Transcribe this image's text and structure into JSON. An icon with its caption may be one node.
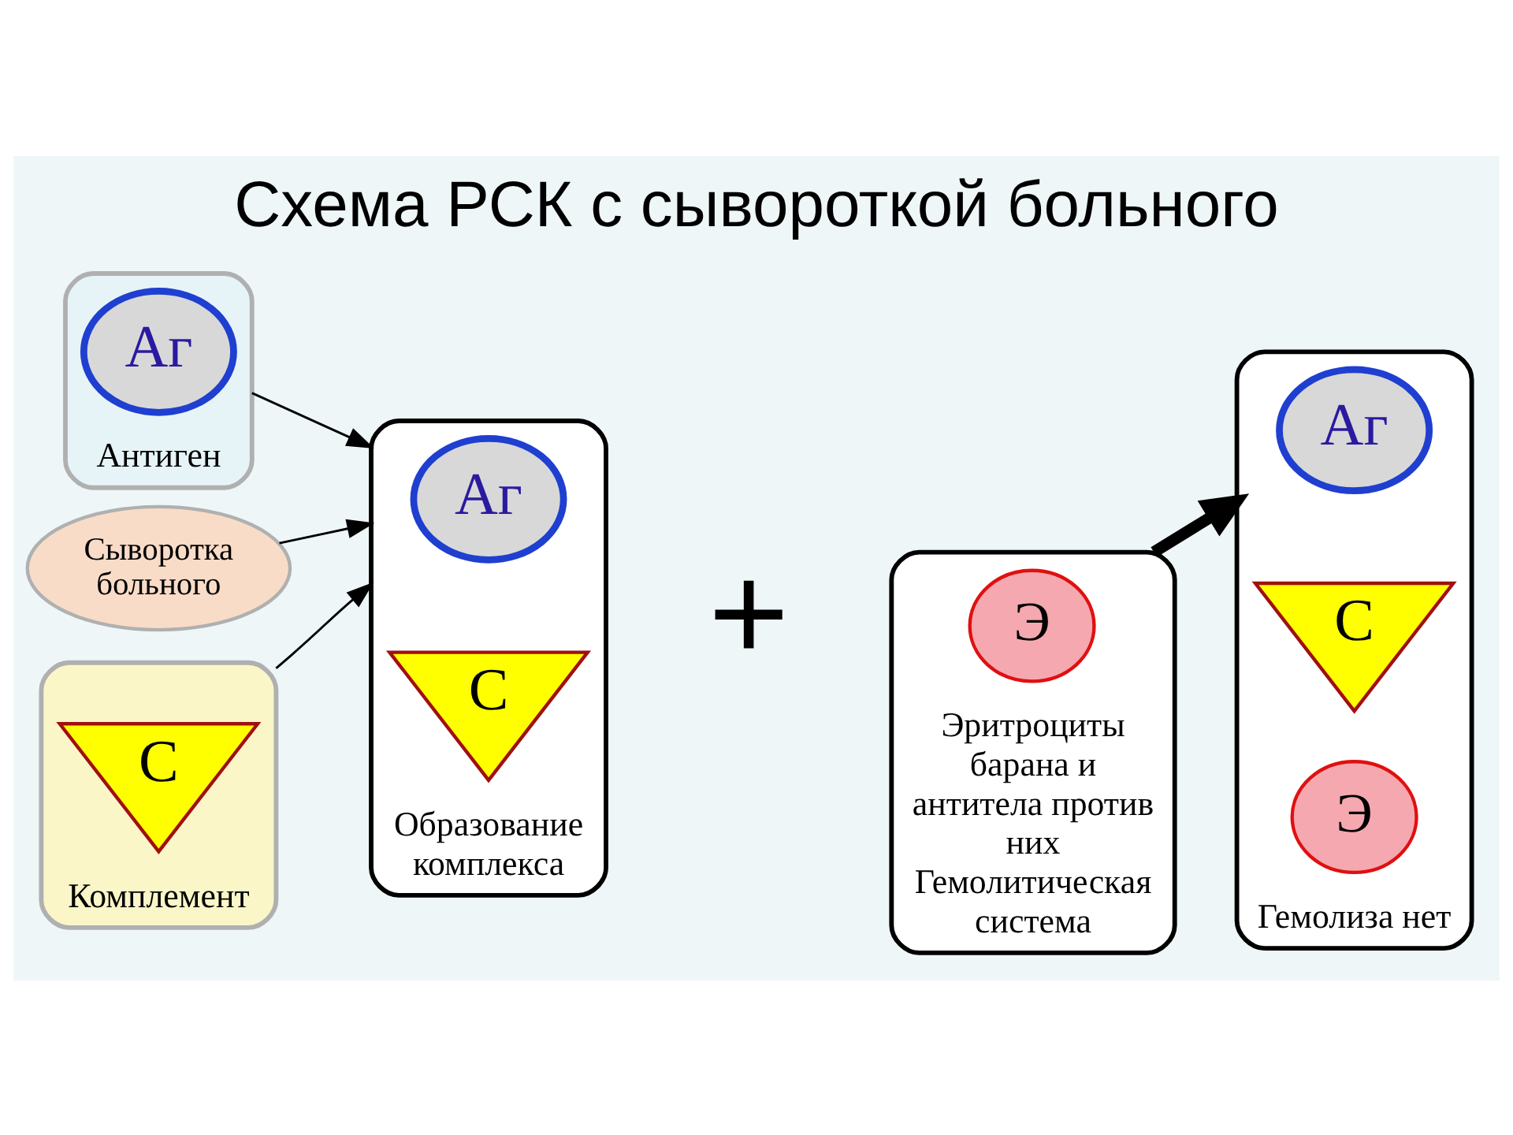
{
  "diagram": {
    "title": "Схема РСК с сывороткой больного",
    "nodes": [
      {
        "text": [
          "Антиген"
        ]
      },
      {
        "text": [
          "Аг"
        ],
        "in": 0
      },
      {
        "text": [
          "Сыворотка больного"
        ]
      },
      {
        "text": [
          "Комплемент"
        ]
      },
      {
        "text": [
          "С"
        ],
        "in": 3
      },
      {
        "text": [
          "Образование комплекса"
        ]
      },
      {
        "text": [
          "Аг"
        ],
        "in": 5
      },
      {
        "text": [
          "С"
        ],
        "in": 5
      },
      {
        "text": [
          "Эритроциты барана и антитела против них"
        ],
        "beside": [
          "Гемолитическая система"
        ]
      },
      {
        "text": [
          "Э"
        ],
        "in": 8
      },
      {
        "text": [],
        "shape": "cylinder",
        "beside": [
          "Гемолиза нет"
        ]
      },
      {
        "text": [
          "Аг"
        ],
        "in": 10
      },
      {
        "text": [
          "С"
        ],
        "in": 10
      },
      {
        "text": [
          "Э"
        ],
        "in": 10
      }
    ],
    "edges": [
      {
        "from": 0,
        "to": 5,
        "arrow": "to"
      },
      {
        "from": 2,
        "to": 5,
        "arrow": "to"
      },
      {
        "from": 3,
        "to": 5,
        "arrow": "to"
      },
      {
        "from": 8,
        "to": 10,
        "arrow": "to",
        "style": "thick"
      }
    ],
    "labels": [
      "+"
    ]
  }
}
